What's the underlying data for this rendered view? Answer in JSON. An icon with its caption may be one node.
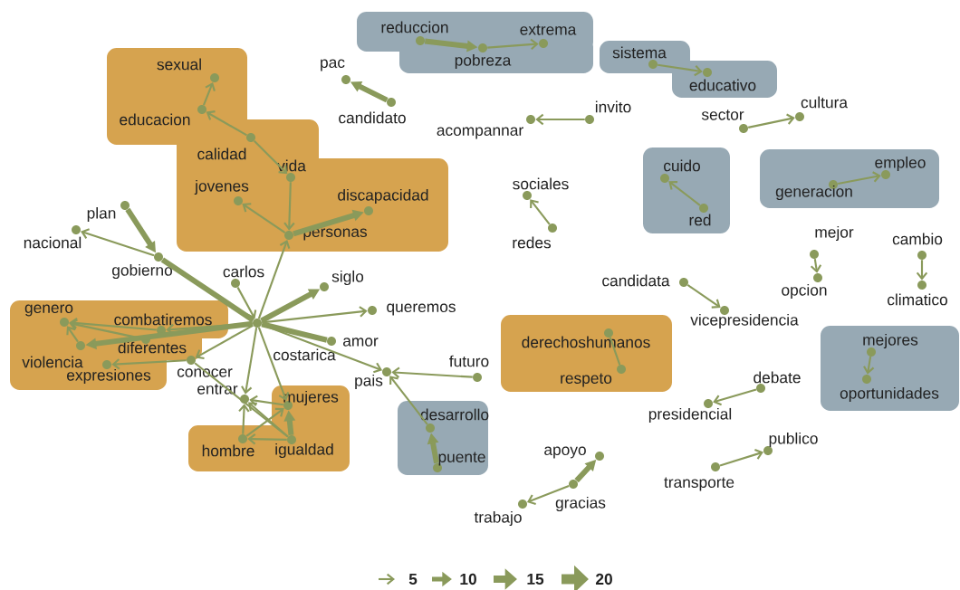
{
  "diagram": {
    "nodes": [
      {
        "text": [
          "reduccion"
        ]
      },
      {
        "text": [
          "pobreza"
        ]
      },
      {
        "text": [
          "extrema"
        ]
      },
      {
        "text": [
          "sistema"
        ]
      },
      {
        "text": [
          "educativo"
        ]
      },
      {
        "text": [
          "pac"
        ]
      },
      {
        "text": [
          "candidato"
        ]
      },
      {
        "text": [
          "sexual"
        ]
      },
      {
        "text": [
          "educacion"
        ]
      },
      {
        "text": [
          "calidad"
        ]
      },
      {
        "text": [
          "vida"
        ]
      },
      {
        "text": [
          "jovenes"
        ]
      },
      {
        "text": [
          "discapacidad"
        ]
      },
      {
        "text": [
          "personas"
        ]
      },
      {
        "text": [
          "acompannar"
        ]
      },
      {
        "text": [
          "invito"
        ]
      },
      {
        "text": [
          "sector"
        ]
      },
      {
        "text": [
          "cultura"
        ]
      },
      {
        "text": [
          "cuido"
        ]
      },
      {
        "text": [
          "red"
        ]
      },
      {
        "text": [
          "empleo"
        ]
      },
      {
        "text": [
          "generacion"
        ]
      },
      {
        "text": [
          "sociales"
        ]
      },
      {
        "text": [
          "redes"
        ]
      },
      {
        "text": [
          "plan"
        ]
      },
      {
        "text": [
          "nacional"
        ]
      },
      {
        "text": [
          "gobierno"
        ]
      },
      {
        "text": [
          "carlos"
        ]
      },
      {
        "text": [
          "costarica"
        ]
      },
      {
        "text": [
          "siglo"
        ]
      },
      {
        "text": [
          "queremos"
        ]
      },
      {
        "text": [
          "amor"
        ]
      },
      {
        "text": [
          "genero"
        ]
      },
      {
        "text": [
          "combatiremos"
        ]
      },
      {
        "text": [
          "diferentes"
        ]
      },
      {
        "text": [
          "violencia"
        ]
      },
      {
        "text": [
          "expresiones"
        ]
      },
      {
        "text": [
          "conocer"
        ]
      },
      {
        "text": [
          "entrar"
        ]
      },
      {
        "text": [
          "mujeres"
        ]
      },
      {
        "text": [
          "hombre"
        ]
      },
      {
        "text": [
          "igualdad"
        ]
      },
      {
        "text": [
          "pais"
        ]
      },
      {
        "text": [
          "futuro"
        ]
      },
      {
        "text": [
          "desarrollo"
        ]
      },
      {
        "text": [
          "puente"
        ]
      },
      {
        "text": [
          "derechoshumanos"
        ]
      },
      {
        "text": [
          "respeto"
        ]
      },
      {
        "text": [
          "candidata"
        ]
      },
      {
        "text": [
          "vicepresidencia"
        ]
      },
      {
        "text": [
          "mejor"
        ]
      },
      {
        "text": [
          "opcion"
        ]
      },
      {
        "text": [
          "cambio"
        ]
      },
      {
        "text": [
          "climatico"
        ]
      },
      {
        "text": [
          "mejores"
        ]
      },
      {
        "text": [
          "oportunidades"
        ]
      },
      {
        "text": [
          "debate"
        ]
      },
      {
        "text": [
          "presidencial"
        ]
      },
      {
        "text": [
          "publico"
        ]
      },
      {
        "text": [
          "transporte"
        ]
      },
      {
        "text": [
          "apoyo"
        ]
      },
      {
        "text": [
          "gracias"
        ]
      },
      {
        "text": [
          "trabajo"
        ]
      }
    ],
    "edges": [
      {
        "from": 0,
        "to": 1,
        "arrow": "to",
        "style": "thick"
      },
      {
        "from": 1,
        "to": 2,
        "arrow": "to"
      },
      {
        "from": 3,
        "to": 4,
        "arrow": "to"
      },
      {
        "from": 6,
        "to": 5,
        "arrow": "to",
        "style": "thick"
      },
      {
        "from": 8,
        "to": 7,
        "arrow": "to"
      },
      {
        "from": 9,
        "to": 8,
        "arrow": "to"
      },
      {
        "from": 9,
        "to": 10,
        "arrow": "to"
      },
      {
        "from": 10,
        "to": 13,
        "arrow": "to"
      },
      {
        "from": 13,
        "to": 11,
        "arrow": "to"
      },
      {
        "from": 13,
        "to": 12,
        "arrow": "to",
        "style": "thick"
      },
      {
        "from": 28,
        "to": 13,
        "arrow": "to"
      },
      {
        "from": 15,
        "to": 14,
        "arrow": "to"
      },
      {
        "from": 16,
        "to": 17,
        "arrow": "to"
      },
      {
        "from": 19,
        "to": 18,
        "arrow": "to"
      },
      {
        "from": 21,
        "to": 20,
        "arrow": "to"
      },
      {
        "from": 23,
        "to": 22,
        "arrow": "to"
      },
      {
        "from": 24,
        "to": 26,
        "arrow": "to",
        "style": "thick"
      },
      {
        "from": 26,
        "to": 25,
        "arrow": "to"
      },
      {
        "from": 28,
        "to": 26,
        "arrow": "none",
        "style": "thick"
      },
      {
        "from": 27,
        "to": 28,
        "arrow": "to"
      },
      {
        "from": 28,
        "to": 29,
        "arrow": "to",
        "style": "thick"
      },
      {
        "from": 28,
        "to": 30,
        "arrow": "to"
      },
      {
        "from": 28,
        "to": 31,
        "arrow": "none",
        "style": "thick"
      },
      {
        "from": 28,
        "to": 33,
        "arrow": "to"
      },
      {
        "from": 28,
        "to": 35,
        "arrow": "to",
        "style": "thick"
      },
      {
        "from": 33,
        "to": 32,
        "arrow": "to"
      },
      {
        "from": 35,
        "to": 32,
        "arrow": "to"
      },
      {
        "from": 34,
        "to": 32,
        "arrow": "to"
      },
      {
        "from": 37,
        "to": 36,
        "arrow": "to"
      },
      {
        "from": 28,
        "to": 37,
        "arrow": "to"
      },
      {
        "from": 37,
        "to": 41,
        "arrow": "none"
      },
      {
        "from": 28,
        "to": 38,
        "arrow": "to"
      },
      {
        "from": 28,
        "to": 39,
        "arrow": "to"
      },
      {
        "from": 39,
        "to": 38,
        "arrow": "to"
      },
      {
        "from": 40,
        "to": 38,
        "arrow": "to"
      },
      {
        "from": 41,
        "to": 38,
        "arrow": "to"
      },
      {
        "from": 40,
        "to": 39,
        "arrow": "to"
      },
      {
        "from": 41,
        "to": 39,
        "arrow": "to",
        "style": "thick"
      },
      {
        "from": 41,
        "to": 40,
        "arrow": "to"
      },
      {
        "from": 28,
        "to": 42,
        "arrow": "to"
      },
      {
        "from": 43,
        "to": 42,
        "arrow": "to"
      },
      {
        "from": 44,
        "to": 42,
        "arrow": "to"
      },
      {
        "from": 45,
        "to": 44,
        "arrow": "to",
        "style": "thick"
      },
      {
        "from": 46,
        "to": 47,
        "arrow": "none"
      },
      {
        "from": 48,
        "to": 49,
        "arrow": "to"
      },
      {
        "from": 50,
        "to": 51,
        "arrow": "to"
      },
      {
        "from": 52,
        "to": 53,
        "arrow": "to"
      },
      {
        "from": 54,
        "to": 55,
        "arrow": "to"
      },
      {
        "from": 56,
        "to": 57,
        "arrow": "to"
      },
      {
        "from": 59,
        "to": 58,
        "arrow": "to"
      },
      {
        "from": 61,
        "to": 60,
        "arrow": "to",
        "style": "thick"
      },
      {
        "from": 61,
        "to": 62,
        "arrow": "to"
      }
    ],
    "legend": [
      {
        "text": "5"
      },
      {
        "text": "10"
      },
      {
        "text": "15"
      },
      {
        "text": "20"
      }
    ]
  }
}
